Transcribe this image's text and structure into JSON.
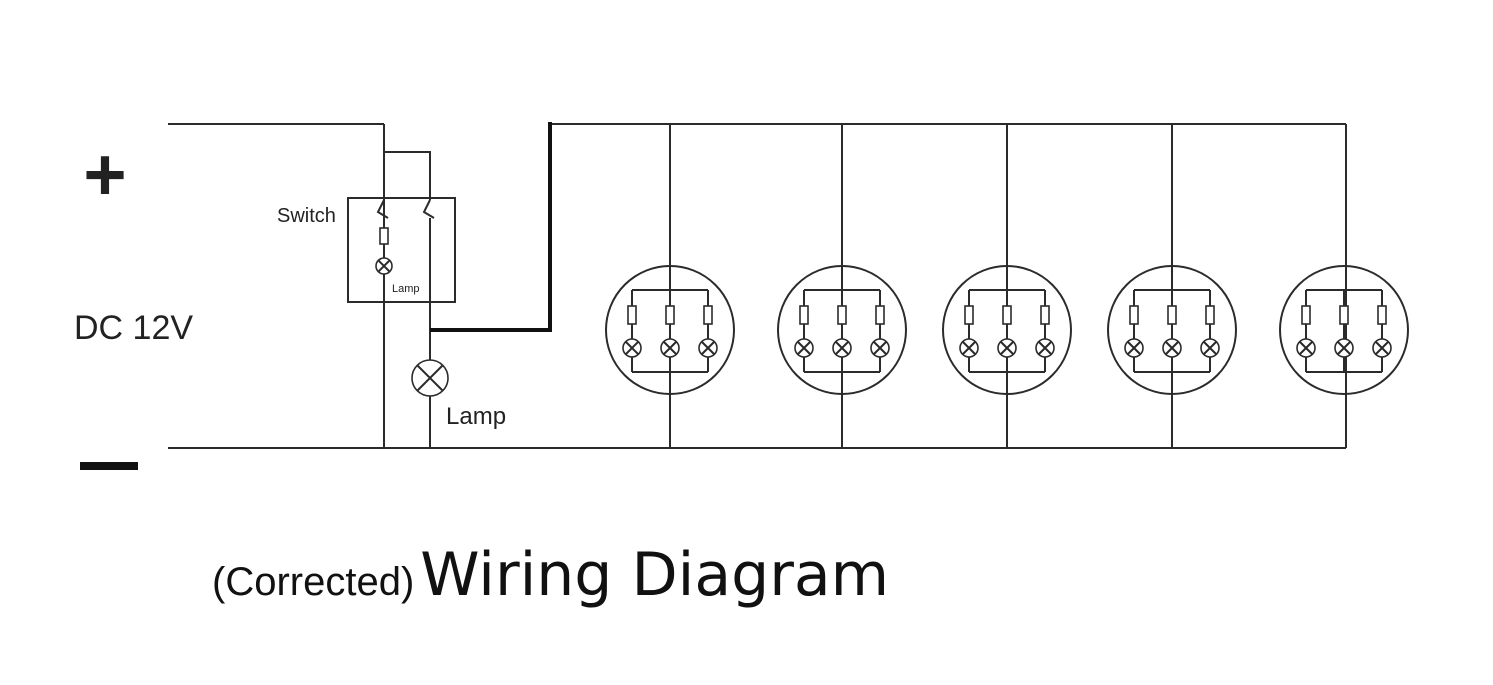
{
  "labels": {
    "plus": "+",
    "minus": "−",
    "supply": "DC 12V",
    "switch": "Switch",
    "switch_lamp": "Lamp",
    "lamp": "Lamp"
  },
  "title": {
    "prefix": "(Corrected)",
    "main": "Wiring Diagram"
  },
  "fixtures": {
    "count": 5,
    "lamps_per_fixture": 3
  }
}
